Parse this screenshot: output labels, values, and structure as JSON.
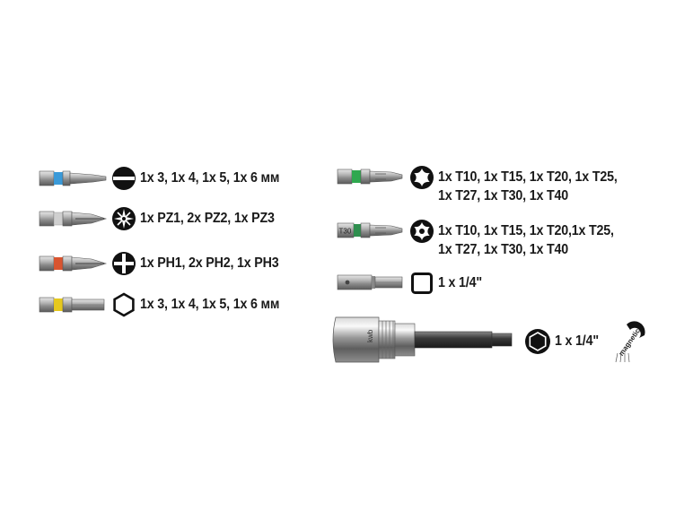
{
  "colors": {
    "slotted_band": "#3a9ad9",
    "pozidriv_band": "#cfcfcf",
    "phillips_band": "#d9542f",
    "hex_band": "#e6c81e",
    "torx_band": "#2fa84f",
    "torx_tr_band": "#2f8f4f",
    "text": "#1a1a1a",
    "symbol": "#111111"
  },
  "items": {
    "slotted": {
      "icon": "slotted-symbol-icon",
      "label": "1x 3, 1x 4, 1x 5, 1x 6 мм"
    },
    "pozidriv": {
      "icon": "pozidriv-symbol-icon",
      "label": "1x PZ1, 2x PZ2, 1x PZ3"
    },
    "phillips": {
      "icon": "phillips-symbol-icon",
      "label": "1x PH1, 2x PH2, 1x PH3"
    },
    "hex": {
      "icon": "hex-socket-symbol-icon",
      "label": "1x 3, 1x 4, 1x 5, 1x 6 мм"
    },
    "torx": {
      "icon": "torx-symbol-icon",
      "label_line1": "1x T10, 1x T15, 1x T20, 1x T25,",
      "label_line2": "1x T27, 1x T30, 1x T40"
    },
    "torx_tr": {
      "icon": "torx-tamper-symbol-icon",
      "bit_marking": "T30",
      "label_line1": "1x T10, 1x T15, 1x T20,1x T25,",
      "label_line2": "1x T27, 1x T30, 1x T40"
    },
    "adapter": {
      "icon": "square-drive-symbol-icon",
      "label": "1 x 1/4\""
    },
    "holder": {
      "icon": "hex-shank-symbol-icon",
      "label": "1 x 1/4\"",
      "magnetic_label": "magnetic",
      "brand_mark": "kwb"
    }
  }
}
